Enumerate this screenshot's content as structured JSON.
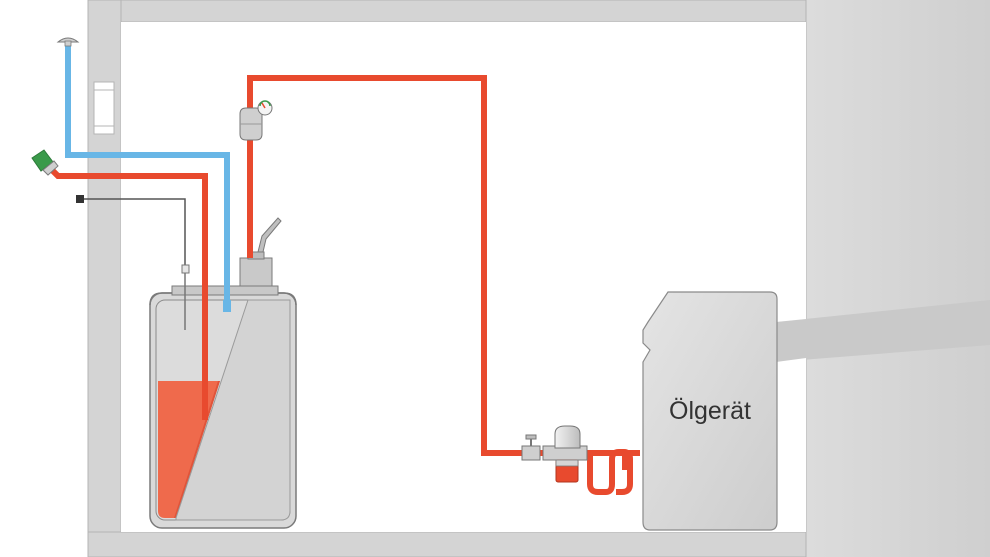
{
  "diagram": {
    "boiler": {
      "label": "Ölgerät"
    },
    "colors": {
      "background": "#ffffff",
      "wall": "#d4d4d4",
      "wall_outline": "#b4b4b4",
      "tank_body": "#d9d9d9",
      "tank_outline": "#7a7a7a",
      "oil": "#e84a2e",
      "oil_light": "#ef6a4c",
      "supply_line": "#e84a2e",
      "vent_line": "#68b6e6",
      "sensor_line": "#555555",
      "fill_cap": "#3a9a4a",
      "device_body": "#d6d6d6"
    },
    "components": [
      {
        "name": "fill-pipe-cap",
        "icon": "green-fill-cap-icon"
      },
      {
        "name": "vent-pipe-cap",
        "icon": "vent-mushroom-icon"
      },
      {
        "name": "level-sensor-connector",
        "icon": "plug-icon"
      },
      {
        "name": "pressure-gauge",
        "icon": "gauge-icon"
      },
      {
        "name": "tank-fitting",
        "icon": "valve-lever-icon"
      },
      {
        "name": "shut-off-valve",
        "icon": "valve-icon"
      },
      {
        "name": "oil-filter",
        "icon": "filter-icon"
      }
    ]
  }
}
